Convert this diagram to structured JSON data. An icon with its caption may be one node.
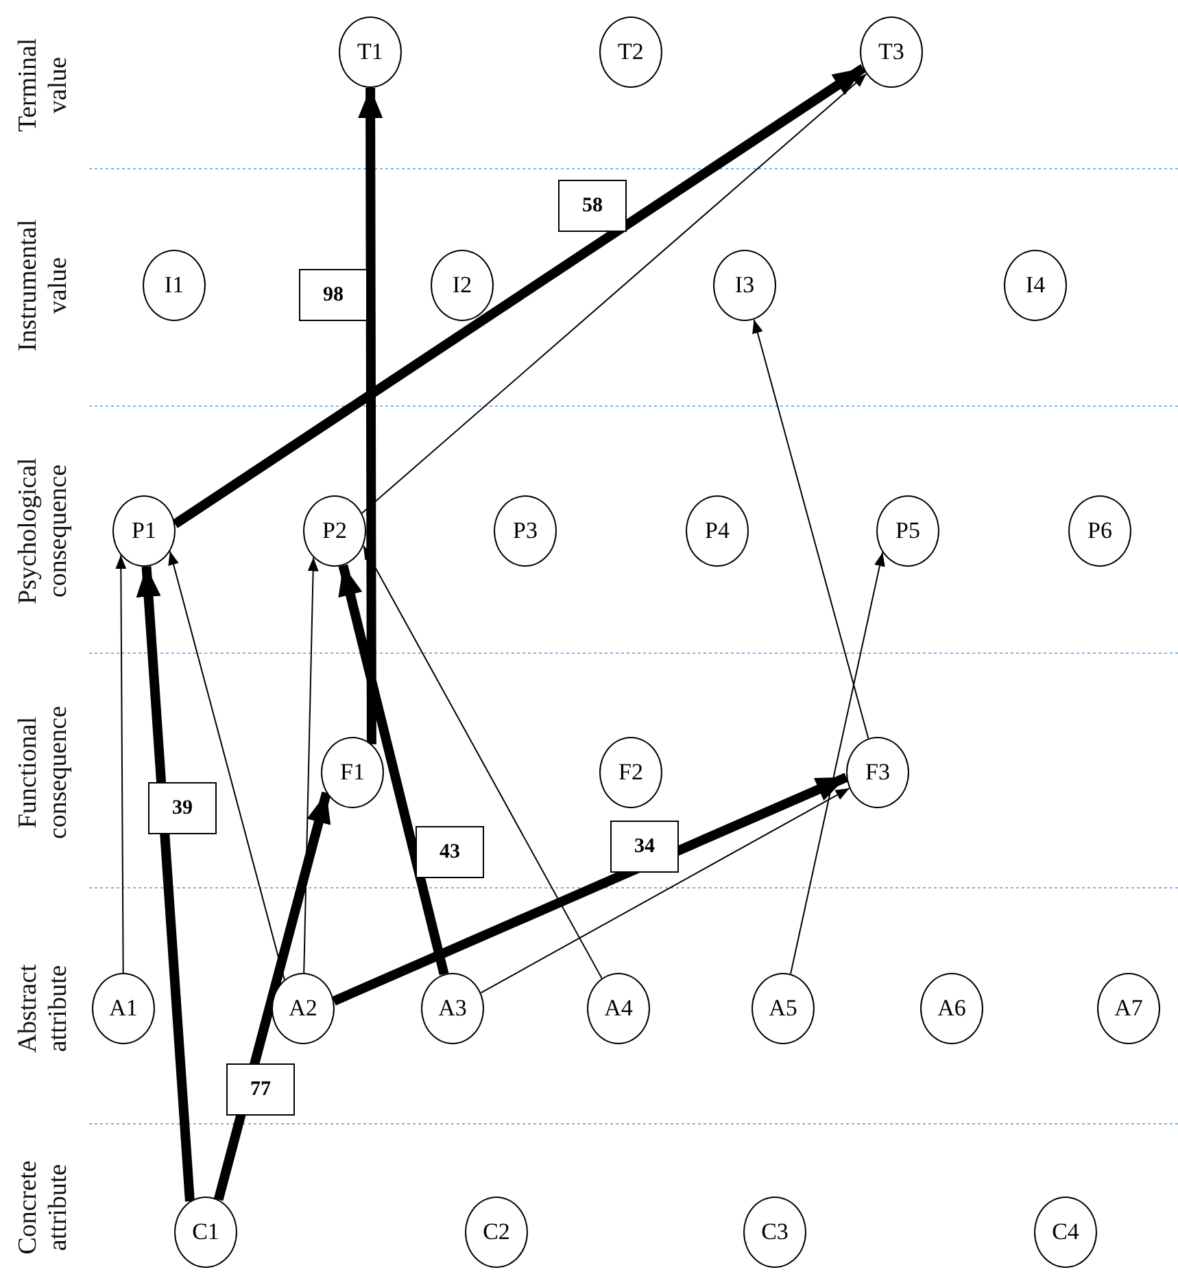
{
  "diagram": {
    "nodes": [
      {
        "text": [
          "T1"
        ]
      },
      {
        "text": [
          "T2"
        ]
      },
      {
        "text": [
          "T3"
        ]
      },
      {
        "text": [
          "I1"
        ]
      },
      {
        "text": [
          "I2"
        ]
      },
      {
        "text": [
          "I3"
        ]
      },
      {
        "text": [
          "I4"
        ]
      },
      {
        "text": [
          "P1"
        ]
      },
      {
        "text": [
          "P2"
        ]
      },
      {
        "text": [
          "P3"
        ]
      },
      {
        "text": [
          "P4"
        ]
      },
      {
        "text": [
          "P5"
        ]
      },
      {
        "text": [
          "P6"
        ]
      },
      {
        "text": [
          "F1"
        ]
      },
      {
        "text": [
          "F2"
        ]
      },
      {
        "text": [
          "F3"
        ]
      },
      {
        "text": [
          "A1"
        ]
      },
      {
        "text": [
          "A2"
        ]
      },
      {
        "text": [
          "A3"
        ]
      },
      {
        "text": [
          "A4"
        ]
      },
      {
        "text": [
          "A5"
        ]
      },
      {
        "text": [
          "A6"
        ]
      },
      {
        "text": [
          "A7"
        ]
      },
      {
        "text": [
          "C1"
        ]
      },
      {
        "text": [
          "C2"
        ]
      },
      {
        "text": [
          "C3"
        ]
      },
      {
        "text": [
          "C4"
        ]
      }
    ],
    "edges": [
      {
        "from": 23,
        "to": 7,
        "arrow": "to",
        "style": "thick",
        "label": "39"
      },
      {
        "from": 23,
        "to": 13,
        "arrow": "to",
        "style": "thick",
        "label": "77"
      },
      {
        "from": 16,
        "to": 7,
        "arrow": "to"
      },
      {
        "from": 17,
        "to": 7,
        "arrow": "to"
      },
      {
        "from": 17,
        "to": 8,
        "arrow": "to"
      },
      {
        "from": 17,
        "to": 15,
        "arrow": "to",
        "style": "thick",
        "label": "34"
      },
      {
        "from": 18,
        "to": 8,
        "arrow": "to",
        "style": "thick",
        "label": "43"
      },
      {
        "from": 18,
        "to": 15,
        "arrow": "to"
      },
      {
        "from": 19,
        "to": 8,
        "arrow": "to"
      },
      {
        "from": 20,
        "to": 11,
        "arrow": "to"
      },
      {
        "from": 15,
        "to": 5,
        "arrow": "to"
      },
      {
        "from": 13,
        "to": 0,
        "arrow": "to",
        "style": "thick",
        "label": "98"
      },
      {
        "from": 7,
        "to": 2,
        "arrow": "to",
        "style": "thick",
        "label": "58"
      },
      {
        "from": 8,
        "to": 2,
        "arrow": "to"
      }
    ],
    "labels": [
      "Terminal value",
      "Instrumental value",
      "Psychological consequence",
      "Functional consequence",
      "Abstract attribute",
      "Concrete attribute"
    ]
  }
}
